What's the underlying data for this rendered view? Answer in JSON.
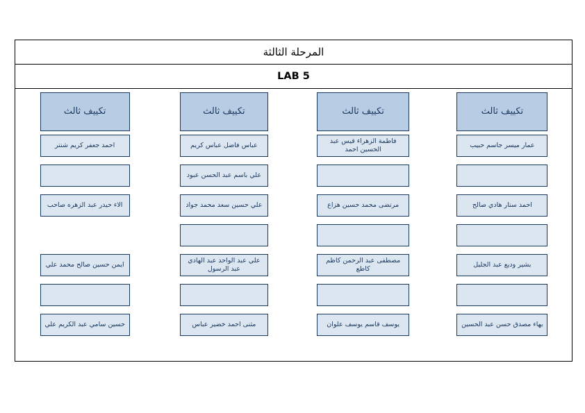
{
  "document": {
    "title": "المرحلة الثالثة",
    "subtitle": "LAB 5"
  },
  "colors": {
    "header_fill": "#b8cce4",
    "cell_fill": "#dce6f1",
    "border": "#17375e",
    "frame_border": "#000000",
    "text": "#17365d"
  },
  "columns": [
    {
      "header": "تكييف ثالث",
      "cells": [
        "عمار ميسر جاسم حبيب",
        "",
        "احمد ستار هادي صالح",
        "",
        "بشير وديع عبد الجليل",
        "",
        "بهاء مصدق حسن عبد الحسين"
      ],
      "cell_present": [
        true,
        true,
        true,
        true,
        true,
        true,
        true
      ]
    },
    {
      "header": "تكييف ثالث",
      "cells": [
        "فاطمة الزهراء قيس عبد الحسين احمد",
        "",
        "مرتضى محمد حسين هزاع",
        "",
        "مصطفى عبد الرحمن كاظم كاطع",
        "",
        "يوسف قاسم يوسف علوان"
      ],
      "cell_present": [
        true,
        true,
        true,
        true,
        true,
        true,
        true
      ]
    },
    {
      "header": "تكييف ثالث",
      "cells": [
        "عباس فاضل عباس كريم",
        "علي باسم عبد الحسن عبود",
        "علي حسين سعد محمد جواد",
        "",
        "علي عبد الواحد عبد الهادي عبد الرسول",
        "",
        "مثنى احمد خضير عباس"
      ],
      "cell_present": [
        true,
        true,
        true,
        true,
        true,
        true,
        true
      ]
    },
    {
      "header": "تكييف ثالث",
      "cells": [
        "احمد جعفر كريم شنتر",
        "",
        "الاء حيدر عبد الزهره صاحب",
        "",
        "ايمن حسين صالح محمد علي",
        "",
        "حسين سامي عبد الكريم علي"
      ],
      "cell_present": [
        true,
        true,
        true,
        false,
        true,
        true,
        true
      ]
    }
  ]
}
